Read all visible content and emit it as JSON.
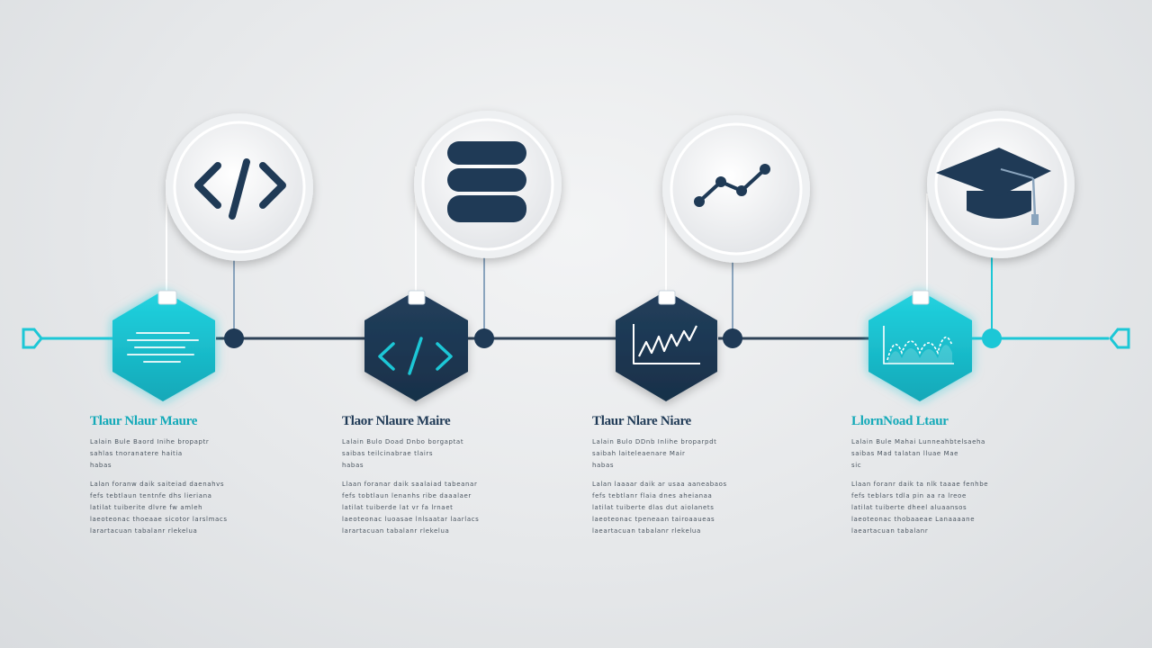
{
  "colors": {
    "navy": "#1f3a56",
    "teal": "#1cc7d6",
    "teal_dark": "#13a9b8",
    "line": "#2e4257",
    "circle_fill": "#f6f7f8"
  },
  "steps": [
    {
      "top_icon": "code-icon",
      "hex_icon": "text-lines-icon",
      "hex_style": "teal",
      "title": "Tlaur Nlaur Maure",
      "para1": "Lalain Bule Baord Inihe bropaptr\nsahlas tnoranatere haitia\nhabas",
      "para2": "Lalan foranw daik saiteiad daenahvs\nfefs tebtlaun tentnfe dhs lieriana\nlatilat tuiberite dlvre fw amleh\nlaeoteonac thoeaae sicotor larslmacs\nlarartacuan tabalanr rlekelua"
    },
    {
      "top_icon": "database-icon",
      "hex_icon": "code-icon",
      "hex_style": "navy",
      "title": "Tlaor Nlaure Maire",
      "para1": "Lalain Bulo Doad Dnbo borgaptat\nsaibas teilcinabrae tlairs\nhabas",
      "para2": "Llaan foranar daik saalaiad tabeanar\nfefs tobtlaun lenanhs ribe daaalaer\nlatilat tuiberde lat vr fa lrnaet\nlaeoteonac luoasae lnlsaatar laarlacs\nlarartacuan tabalanr rlekelua"
    },
    {
      "top_icon": "line-chart-icon",
      "hex_icon": "stock-chart-icon",
      "hex_style": "navy",
      "title": "Tlaur Nlare Niare",
      "para1": "Lalain Bulo DDnb Inlihe broparpdt\nsaibah laiteleaenare  Mair\nhabas",
      "para2": "Lalan laaaar daik  ar usaa aaneabaos\nfefs tebtlanr flaia dnes aheianaa\nlatilat tuiberte dlas dut aiolanets\nlaeoteonac tpeneaan tairoaaueas\nlaeartacuan tabalanr rlekelua"
    },
    {
      "top_icon": "graduation-cap-icon",
      "hex_icon": "area-chart-icon",
      "hex_style": "teal",
      "title": "LlornNoad Ltaur",
      "para1": "Lalain Bule  Mahai Lunneahbtelsaeha\nsaibas  Mad talatan lluae Mae\nsic",
      "para2": "Llaan foranr daik ta nlk taaae fenhbe\nfefs teblars  tdla pin aa ra lreoe\nlatilat tuiberte  dheel aluaansos\nlaeoteonac thobaaeae  Lanaaaane\nlaeartacuan tabalanr"
    }
  ]
}
